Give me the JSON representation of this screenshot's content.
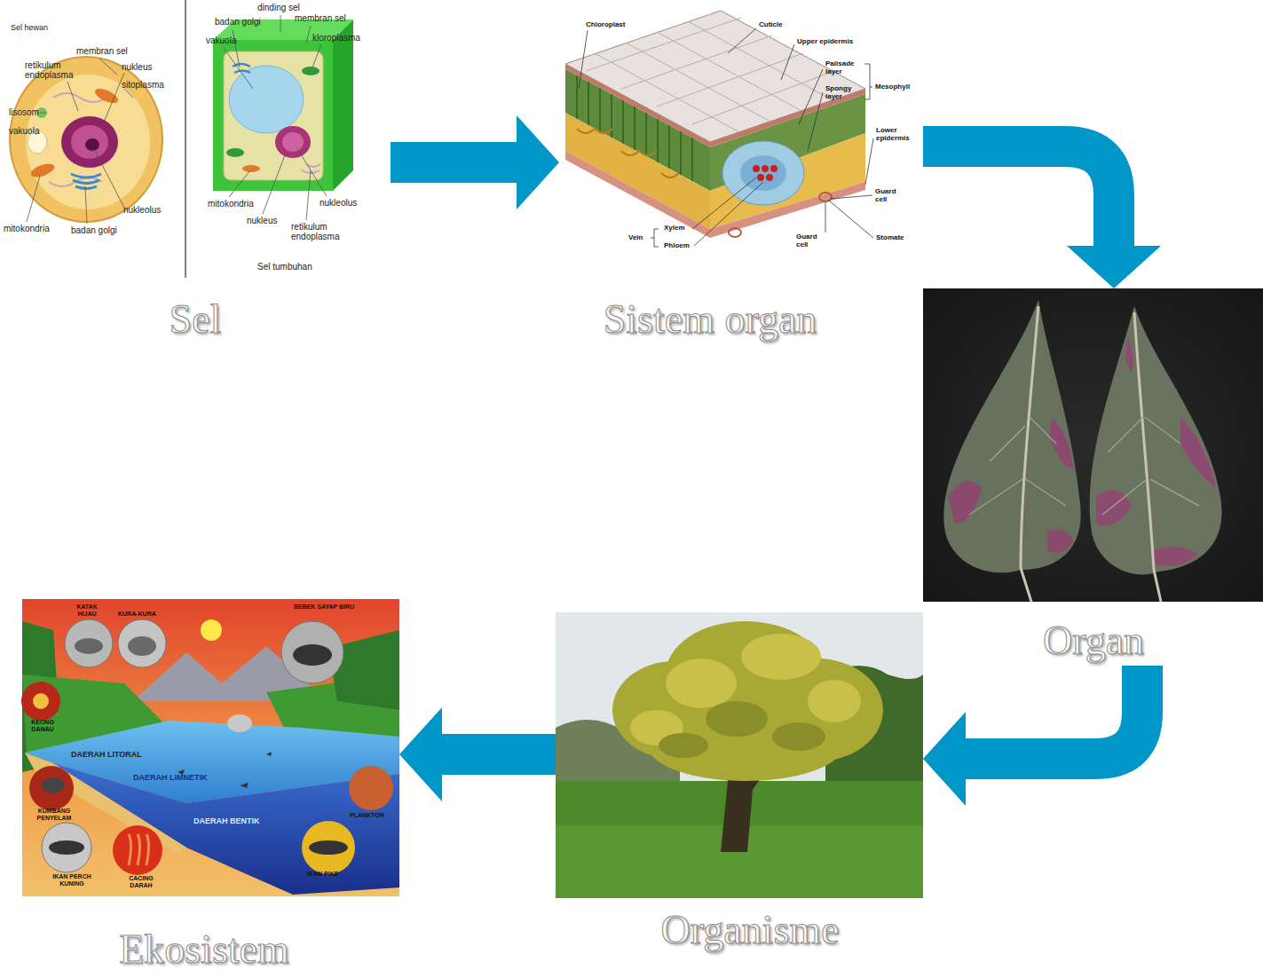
{
  "diagram": {
    "nodes": [
      {
        "text": [
          "Sel"
        ]
      },
      {
        "text": [
          "Sistem organ"
        ]
      },
      {
        "text": [
          "Organ"
        ]
      },
      {
        "text": [
          "Organisme"
        ]
      },
      {
        "text": [
          "Ekosistem"
        ]
      }
    ],
    "edges": [
      {
        "from": 0,
        "to": 1,
        "arrow": "to"
      },
      {
        "from": 1,
        "to": 2,
        "arrow": "to"
      },
      {
        "from": 2,
        "to": 3,
        "arrow": "to"
      },
      {
        "from": 3,
        "to": 4,
        "arrow": "to"
      }
    ],
    "labels": [
      "Sel hewan",
      "membran sel",
      "retikulum endoplasma",
      "nukleus",
      "sitoplasma",
      "lisosom",
      "vakuola",
      "mitokondria",
      "badan golgi",
      "nukleolus",
      "dinding sel",
      "badan golgi",
      "membran sel",
      "vakuola",
      "kloroplasma",
      "mitokondria",
      "nukleus",
      "retikulum endoplasma",
      "nukleolus",
      "Sel tumbuhan",
      "Chloroplast",
      "Cuticle",
      "Upper epidermis",
      "Palisade layer",
      "Spongy layer",
      "Mesophyll",
      "Lower epidermis",
      "Guard cell",
      "Stomate",
      "Guard cell",
      "Xylem",
      "Vein",
      "Phloem",
      "KATAK HIJAU",
      "KURA-KURA",
      "BEBEK SAYAP BIRU",
      "KEONG DANAU",
      "DAERAH LITORAL",
      "DAERAH LIMNETIK",
      "DAERAH BENTIK",
      "KUMBANG PENYELAM",
      "PLANKTON",
      "IKAN PERCH KUNING",
      "CACING DARAH",
      "IKAN PIKE"
    ]
  }
}
